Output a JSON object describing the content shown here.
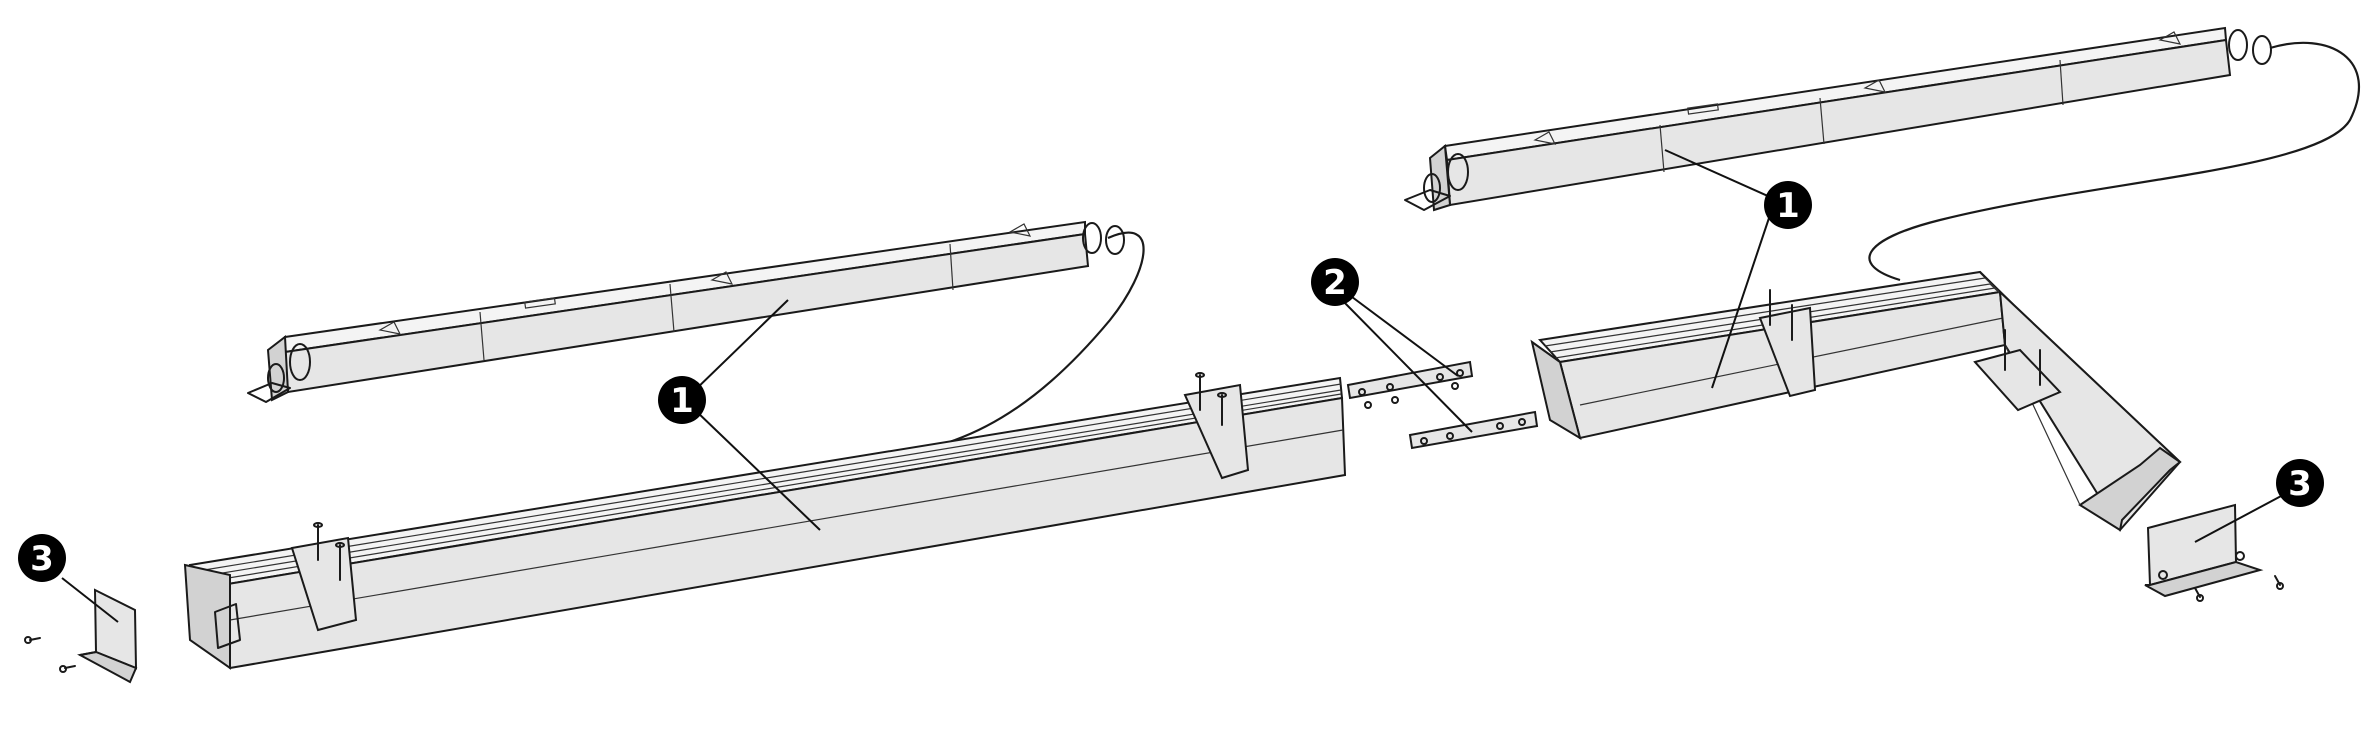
{
  "callouts": {
    "c1a": "1",
    "c1b": "1",
    "c2": "2",
    "c3a": "3",
    "c3b": "3"
  }
}
